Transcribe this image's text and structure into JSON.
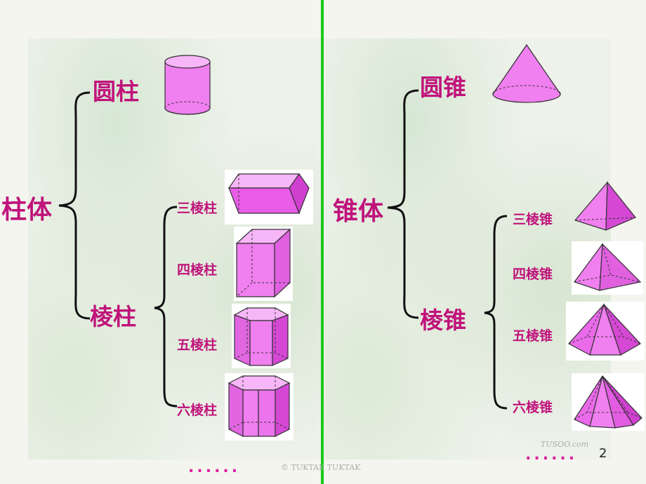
{
  "slide": {
    "page_number": "2",
    "watermark_left": "© TUKTAK TUKTAK",
    "watermark_right": "TUSOO.com",
    "continuation_dots_left": "......",
    "continuation_dots_right": "......"
  },
  "prism_tree": {
    "root": "柱体",
    "cylinder": "圆柱",
    "prism": "棱柱",
    "triangular": "三棱柱",
    "quadrangular": "四棱柱",
    "pentagonal": "五棱柱",
    "hexagonal": "六棱柱"
  },
  "pyramid_tree": {
    "root": "锥体",
    "cone": "圆锥",
    "pyramid": "棱锥",
    "triangular": "三棱锥",
    "quadrangular": "四棱锥",
    "pentagonal": "五棱锥",
    "hexagonal": "六棱锥"
  },
  "colors": {
    "label": "#c0137b",
    "shape_fill": "#f07ff0",
    "shape_dark": "#d040d0",
    "divider": "#19c819"
  },
  "icons": [
    "cylinder-icon",
    "cone-icon",
    "triangular-prism-icon",
    "quadrangular-prism-icon",
    "pentagonal-prism-icon",
    "hexagonal-prism-icon",
    "triangular-pyramid-icon",
    "quadrangular-pyramid-icon",
    "pentagonal-pyramid-icon",
    "hexagonal-pyramid-icon"
  ]
}
